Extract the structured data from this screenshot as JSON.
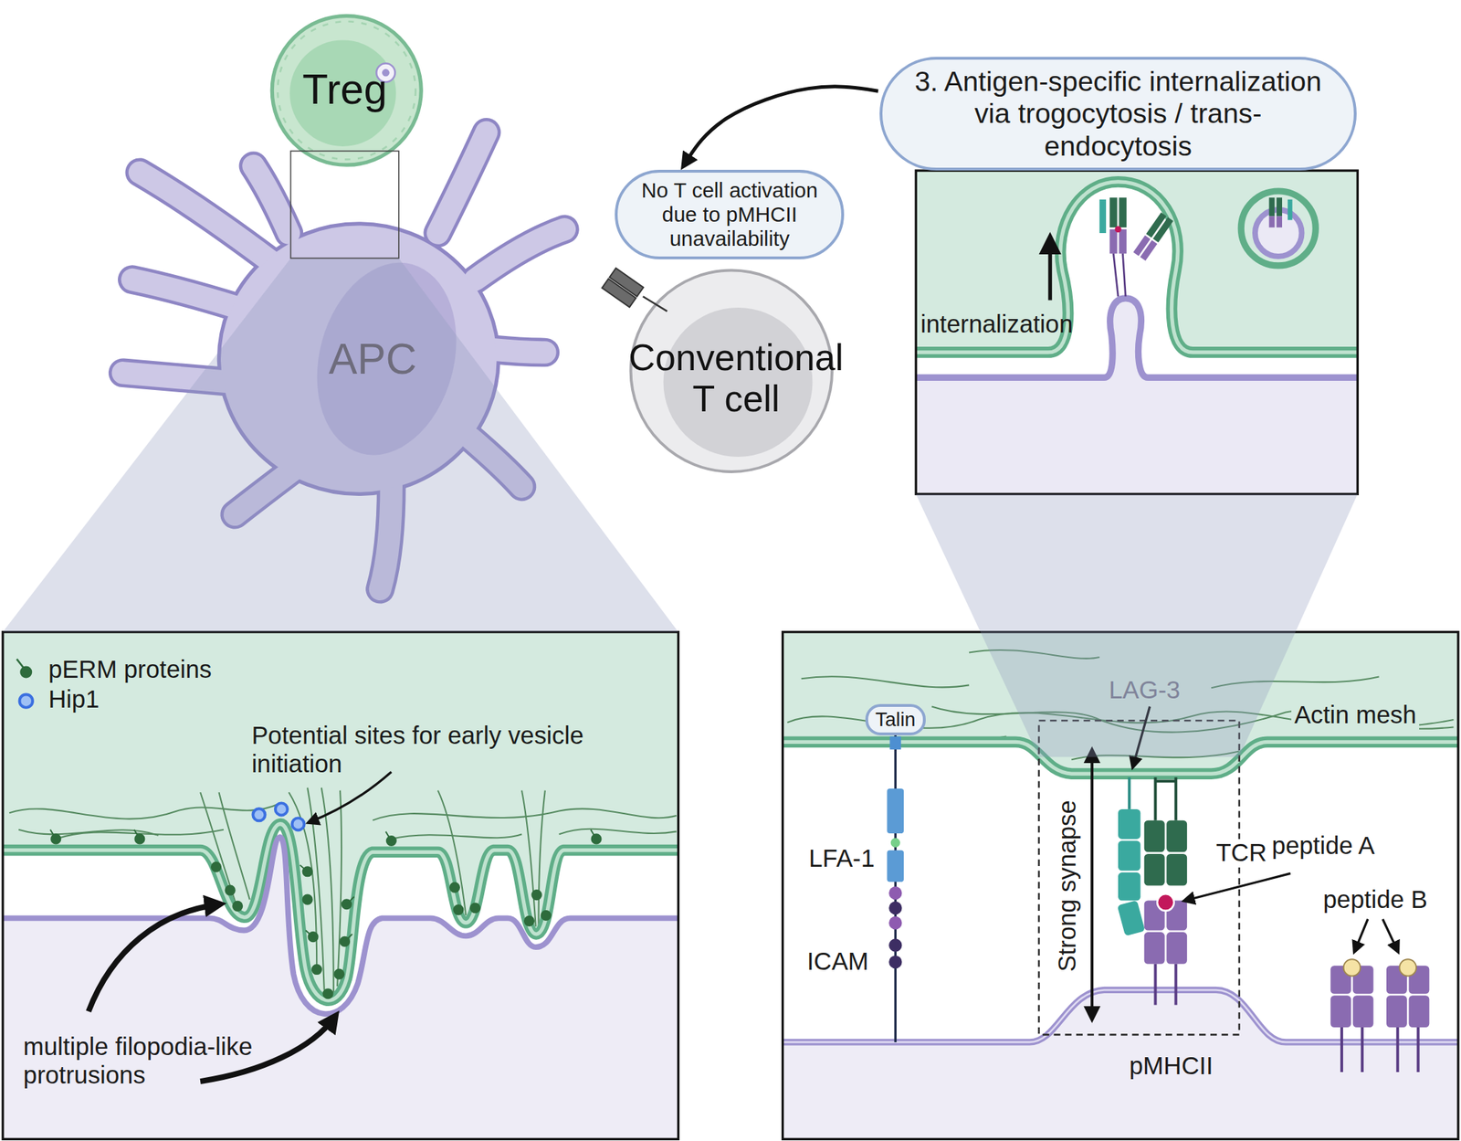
{
  "diagram": {
    "nodes": [
      {
        "text": [
          "Treg"
        ]
      },
      {
        "text": [
          "3. Antigen-specific internalization via trogocytosis / trans- endocytosis"
        ]
      },
      {
        "text": [
          "No T cell activation due to pMHCII unavailability"
        ]
      },
      {
        "text": [
          "APC"
        ]
      },
      {
        "text": [
          "Conventional T cell"
        ]
      },
      {
        "text": [
          "Talin"
        ]
      }
    ],
    "edges": [
      {
        "from": 1,
        "to": 2,
        "arrow": "to"
      }
    ],
    "labels": [
      "internalization",
      "Potential sites for early vesicle initiation",
      "multiple filopodia-like protrusions",
      "LAG-3",
      "Actin mesh",
      "LFA-1",
      "ICAM",
      "Strong synapse",
      "TCR",
      "peptide A",
      "peptide B",
      "pMHCII"
    ],
    "legend": [
      {
        "text": "pERM proteins"
      },
      {
        "text": "Hip1"
      }
    ]
  }
}
